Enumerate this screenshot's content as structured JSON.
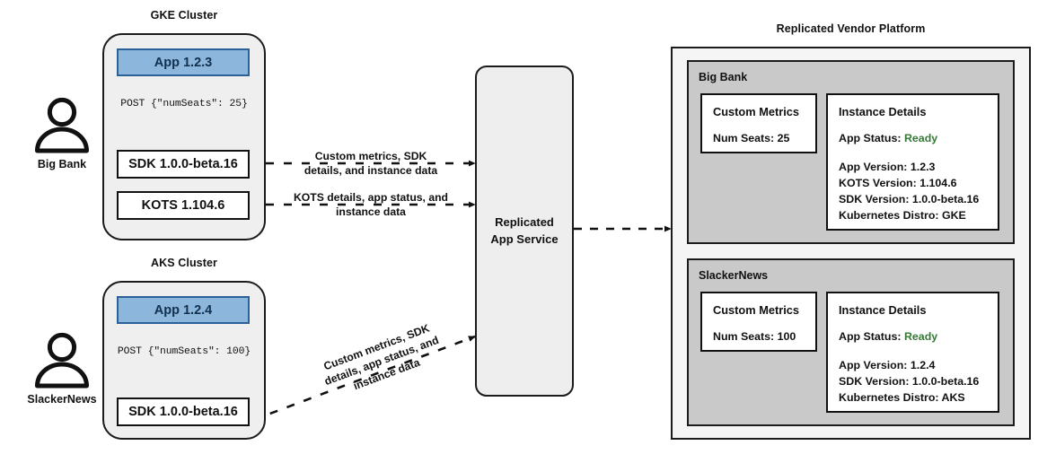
{
  "clusters": [
    {
      "title": "GKE Cluster",
      "actor": "Big Bank",
      "app": "App 1.2.3",
      "post": "POST {\"numSeats\": 25}",
      "components": [
        "SDK 1.0.0-beta.16",
        "KOTS 1.104.6"
      ]
    },
    {
      "title": "AKS Cluster",
      "actor": "SlackerNews",
      "app": "App 1.2.4",
      "post": "POST {\"numSeats\": 100}",
      "components": [
        "SDK 1.0.0-beta.16"
      ]
    }
  ],
  "edges": {
    "sdk_to_service": "Custom metrics, SDK details, and instance data",
    "sdk_to_service_l1": "Custom metrics, SDK",
    "sdk_to_service_l2": "details, and instance data",
    "kots_to_service_l1": "KOTS details, app status, and",
    "kots_to_service_l2": "instance data",
    "aks_to_service_l1": "Custom metrics, SDK",
    "aks_to_service_l2": "details, app status, and",
    "aks_to_service_l3": "instance data"
  },
  "service": {
    "line1": "Replicated",
    "line2": "App Service"
  },
  "platform": {
    "title": "Replicated Vendor Platform",
    "tenants": [
      {
        "name": "Big Bank",
        "metrics": {
          "title": "Custom Metrics",
          "line": "Num Seats: 25"
        },
        "details": {
          "title": "Instance Details",
          "status_label": "App Status:",
          "status_value": "Ready",
          "lines": [
            "App Version: 1.2.3",
            "KOTS Version: 1.104.6",
            "SDK Version: 1.0.0-beta.16",
            "Kubernetes Distro: GKE"
          ]
        }
      },
      {
        "name": "SlackerNews",
        "metrics": {
          "title": "Custom Metrics",
          "line": "Num Seats: 100"
        },
        "details": {
          "title": "Instance Details",
          "status_label": "App Status:",
          "status_value": "Ready",
          "lines": [
            "App Version: 1.2.4",
            "SDK Version: 1.0.0-beta.16",
            "Kubernetes Distro: AKS"
          ]
        }
      }
    ]
  },
  "colors": {
    "app_fill": "#8cb6dc",
    "app_border": "#2b6099",
    "cluster_fill": "#efefef",
    "tenant_fill": "#c9c9c9",
    "platform_fill": "#f5f5f5",
    "ready_green": "#347a35",
    "stroke": "#111111"
  }
}
